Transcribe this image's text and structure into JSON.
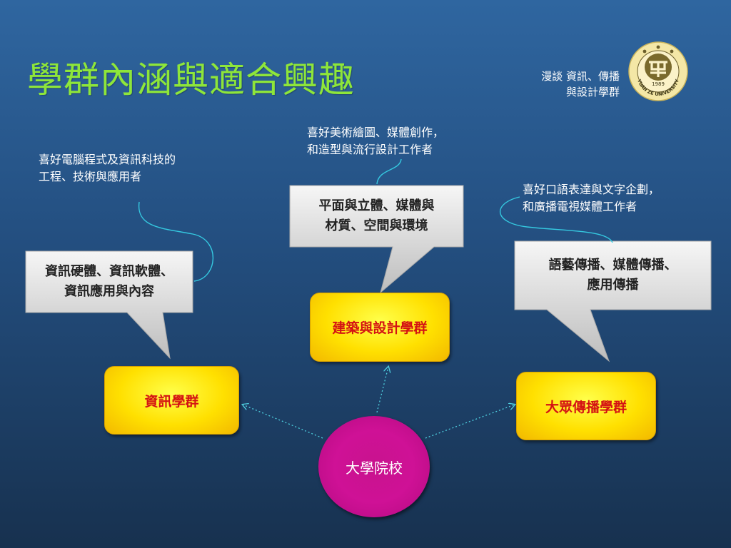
{
  "slide": {
    "title": "學群內涵與適合興趣",
    "subtitle_line1": "漫談 資訊、傳播",
    "subtitle_line2": "與設計學群",
    "logo_year": "1989",
    "logo_text": "YUAN ZE UNIVERSITY"
  },
  "center": {
    "label": "大學院校"
  },
  "groups": {
    "info": {
      "label": "資訊學群"
    },
    "design": {
      "label": "建築與設計學群"
    },
    "media": {
      "label": "大眾傳播學群"
    }
  },
  "bubbles": {
    "info": {
      "line1": "資訊硬體、資訊軟體、",
      "line2": "資訊應用與內容"
    },
    "design": {
      "line1": "平面與立體、媒體與",
      "line2": "材質、空間與環境"
    },
    "media": {
      "line1": "語藝傳播、媒體傳播、",
      "line2": "應用傳播"
    }
  },
  "notes": {
    "info": {
      "line1": "喜好電腦程式及資訊科技的",
      "line2": "工程、技術與應用者"
    },
    "design": {
      "line1": "喜好美術繪圖、媒體創作，",
      "line2": "和造型與流行設計工作者"
    },
    "media": {
      "line1": "喜好口語表達與文字企劃，",
      "line2": "和廣播電視媒體工作者"
    }
  },
  "colors": {
    "title": "#8ee63a",
    "box_fill": "#ffe000",
    "box_text": "#d41313",
    "center_fill": "#cf1196",
    "connector": "#4fd0e0"
  }
}
